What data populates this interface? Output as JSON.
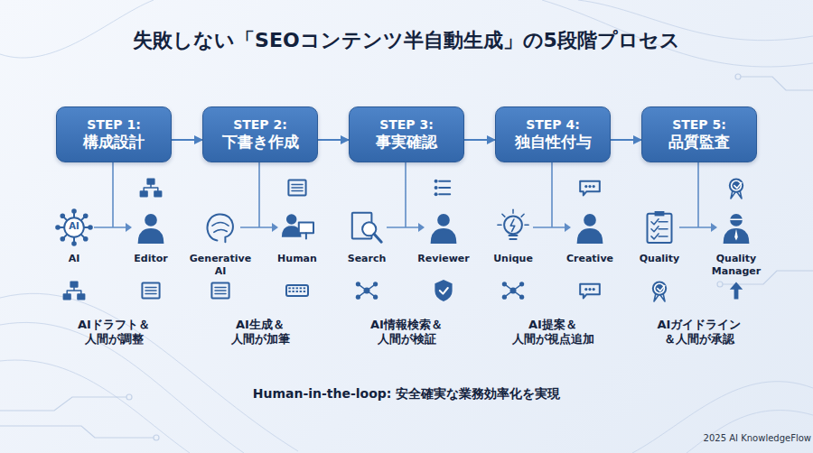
{
  "diagram": {
    "title": "失敗しない「SEOコンテンツ半自動生成」の5段階プロセス",
    "caption": "Human-in-the-loop: 安全確実な業務効率化を実現",
    "nodes": [
      {
        "text": [
          "STEP 1:",
          "構成設計"
        ]
      },
      {
        "text": [
          "STEP 2:",
          "下書き作成"
        ]
      },
      {
        "text": [
          "STEP 3:",
          "事実確認"
        ]
      },
      {
        "text": [
          "STEP 4:",
          "独自性付与"
        ]
      },
      {
        "text": [
          "STEP 5:",
          "品質監査"
        ]
      }
    ],
    "edges": [
      {
        "from": 0,
        "to": 1,
        "arrow": "to"
      },
      {
        "from": 1,
        "to": 2,
        "arrow": "to"
      },
      {
        "from": 2,
        "to": 3,
        "arrow": "to"
      },
      {
        "from": 3,
        "to": 4,
        "arrow": "to"
      }
    ],
    "labels": [
      "AI",
      "AI",
      "Editor",
      "AIドラフト＆ 人間が調整",
      "Generative AI",
      "Human",
      "AI生成＆ 人間が加筆",
      "Search",
      "Reviewer",
      "AI情報検索＆ 人間が検証",
      "Unique",
      "Creative",
      "AI提案＆ 人間が視点追加",
      "Quality",
      "Quality Manager",
      "AIガイドライン ＆人間が承認",
      "2025 AI KnowledgeFlow"
    ]
  }
}
